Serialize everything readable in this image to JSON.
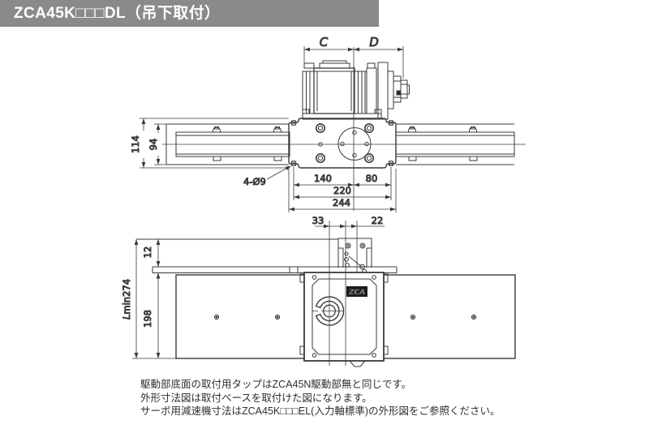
{
  "header": {
    "title": "ZCA45K□□□DL（吊下取付）",
    "bg_color": "#8a8a8a"
  },
  "drawing": {
    "line_color": "#3a3a3a",
    "top_view": {
      "dim_c": "C",
      "dim_d": "D",
      "dim_overall_width": "114",
      "dim_base_width": "94",
      "dim_holes": "4-Ø9",
      "dim_140": "140",
      "dim_80": "80",
      "dim_220": "220",
      "dim_244": "244"
    },
    "front_view": {
      "dim_33": "33",
      "dim_22": "22",
      "dim_12": "12",
      "dim_198": "198",
      "dim_lmin_prefix": "L",
      "dim_lmin_rest": "min274",
      "logo": "ZCA"
    }
  },
  "notes": [
    "駆動部底面の取付用タップはZCA45N駆動部無と同じです。",
    "外形寸法図は取付ベースを取付けた図になります。",
    "サーボ用減速機寸法はZCA45K□□□EL(入力軸標準)の外形図をご参照ください。"
  ]
}
